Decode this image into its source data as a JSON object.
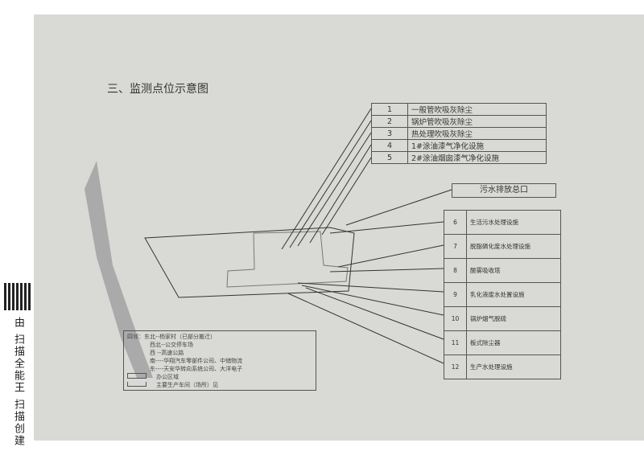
{
  "title": "三、监测点位示意图",
  "monitoring_points_top": [
    {
      "no": "1",
      "label": "一般管吹吸灰除尘"
    },
    {
      "no": "2",
      "label": "锅炉管吹吸灰除尘"
    },
    {
      "no": "3",
      "label": "热处理吹吸灰除尘"
    },
    {
      "no": "4",
      "label": "1#涂油漆气净化设施"
    },
    {
      "no": "5",
      "label": "2#涂油烟囱漆气净化设施"
    }
  ],
  "outlet_label": "污水排放总口",
  "monitoring_points_right": [
    {
      "no": "6",
      "label": "生活污水处理设施"
    },
    {
      "no": "7",
      "label": "脱脂磷化废水处理设施"
    },
    {
      "no": "8",
      "label": "酸雾吸收塔"
    },
    {
      "no": "9",
      "label": "乳化液废水处置设施"
    },
    {
      "no": "10",
      "label": "锅炉烟气脱硫"
    },
    {
      "no": "11",
      "label": "板式除尘器"
    },
    {
      "no": "12",
      "label": "生产水处理设施"
    }
  ],
  "legend": {
    "lines": [
      "四邻：东北--杨家村（已部分搬迁）",
      "西北--公交停车场",
      "西 --高速公路",
      "南----华翔汽车零部件公司、中储物流",
      "东----天安华转向系统公司、大洋电子"
    ],
    "office": "办公区域",
    "workshop": "主要生产车间（场所）见"
  },
  "sidebar": {
    "text": "由 扫描全能王 扫描创建"
  }
}
